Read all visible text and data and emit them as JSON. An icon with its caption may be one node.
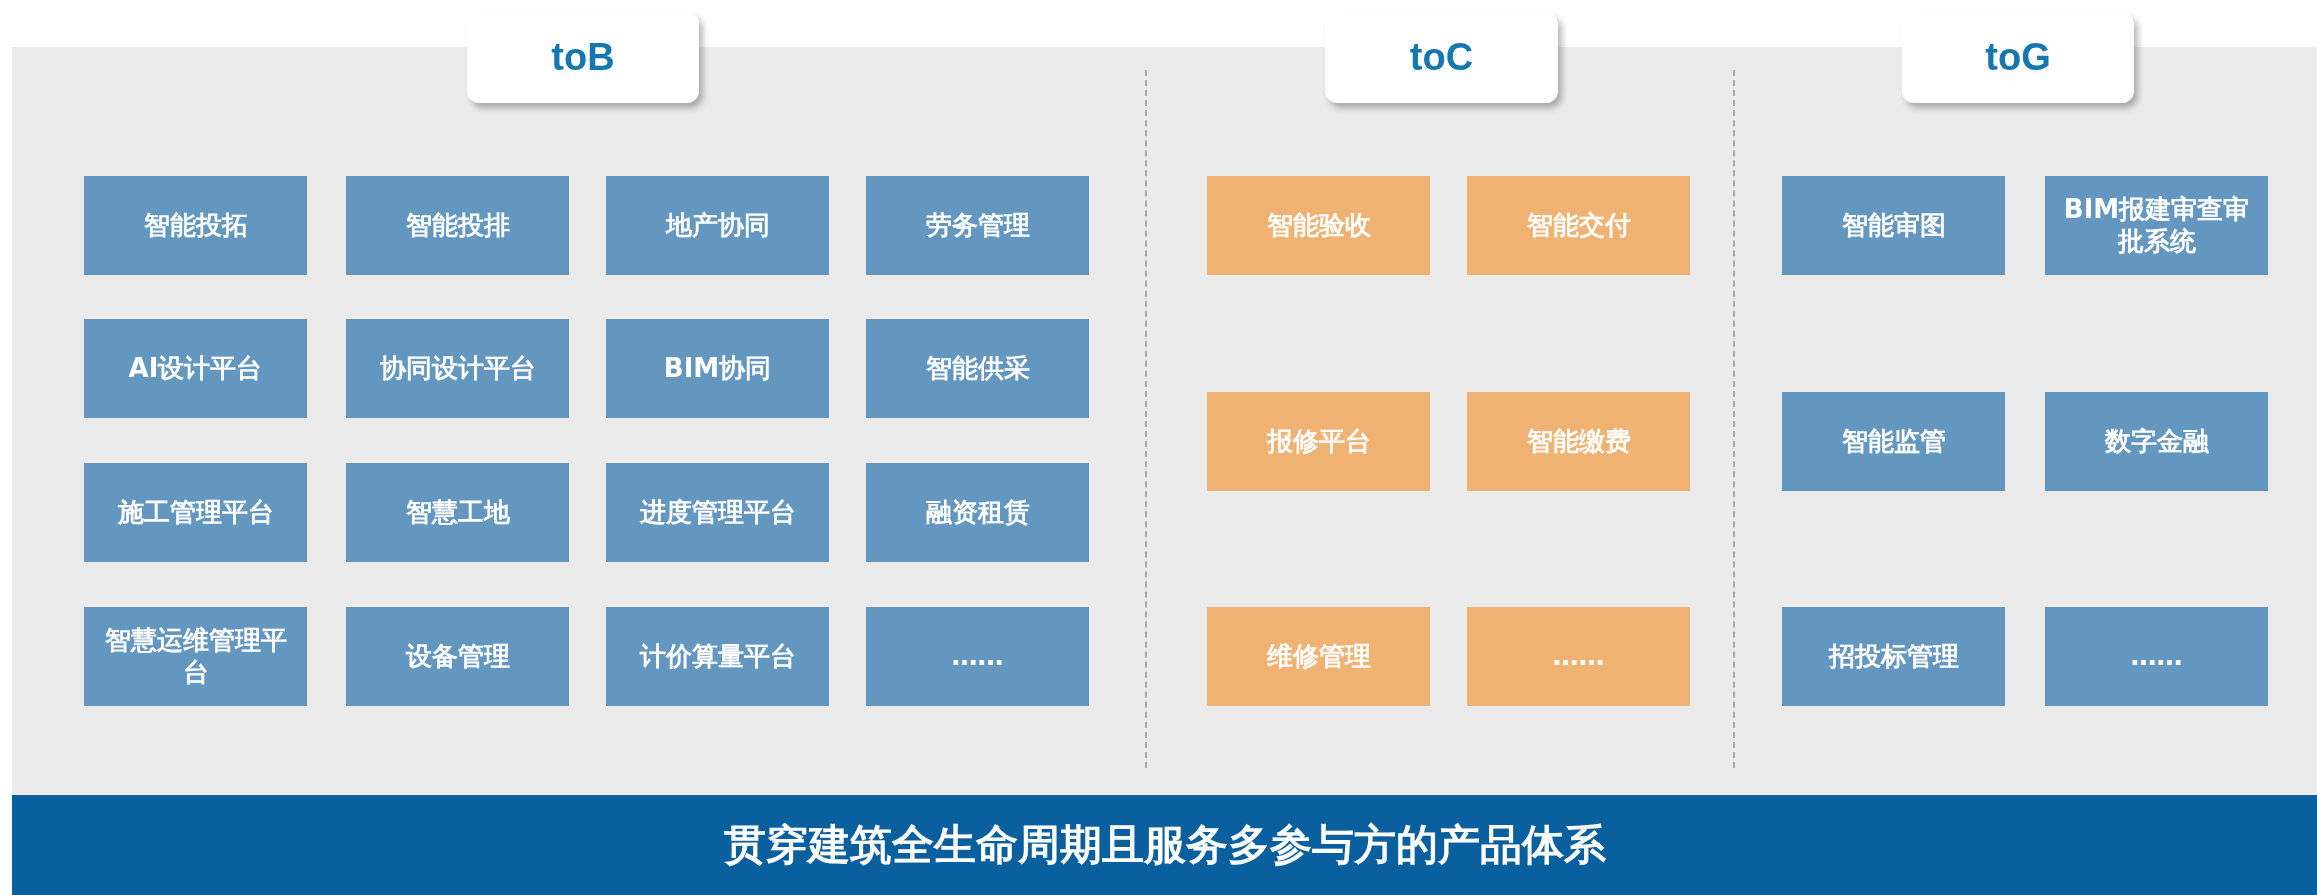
{
  "diagram": {
    "nodes": [
      {
        "text": [
          "toB"
        ]
      },
      {
        "text": [
          "toC"
        ]
      },
      {
        "text": [
          "toG"
        ]
      },
      {
        "text": [
          "智能投拓"
        ]
      },
      {
        "text": [
          "智能投排"
        ]
      },
      {
        "text": [
          "地产协同"
        ]
      },
      {
        "text": [
          "劳务管理"
        ]
      },
      {
        "text": [
          "AI设计平台"
        ]
      },
      {
        "text": [
          "协同设计平台"
        ]
      },
      {
        "text": [
          "BIM协同"
        ]
      },
      {
        "text": [
          "智能供采"
        ]
      },
      {
        "text": [
          "施工管理平台"
        ]
      },
      {
        "text": [
          "智慧工地"
        ]
      },
      {
        "text": [
          "进度管理平台"
        ]
      },
      {
        "text": [
          "融资租赁"
        ]
      },
      {
        "text": [
          "智慧运维管理平台"
        ]
      },
      {
        "text": [
          "设备管理"
        ]
      },
      {
        "text": [
          "计价算量平台"
        ]
      },
      {
        "text": [
          "……"
        ]
      },
      {
        "text": [
          "智能验收"
        ]
      },
      {
        "text": [
          "智能交付"
        ]
      },
      {
        "text": [
          "报修平台"
        ]
      },
      {
        "text": [
          "智能缴费"
        ]
      },
      {
        "text": [
          "维修管理"
        ]
      },
      {
        "text": [
          "……"
        ]
      },
      {
        "text": [
          "智能审图"
        ]
      },
      {
        "text": [
          "BIM报建审查审批系统"
        ]
      },
      {
        "text": [
          "智能监管"
        ]
      },
      {
        "text": [
          "数字金融"
        ]
      },
      {
        "text": [
          "招投标管理"
        ]
      },
      {
        "text": [
          "……"
        ]
      },
      {
        "text": [
          "贯穿建筑全生命周期且服务多参与方的产品体系"
        ]
      }
    ]
  }
}
